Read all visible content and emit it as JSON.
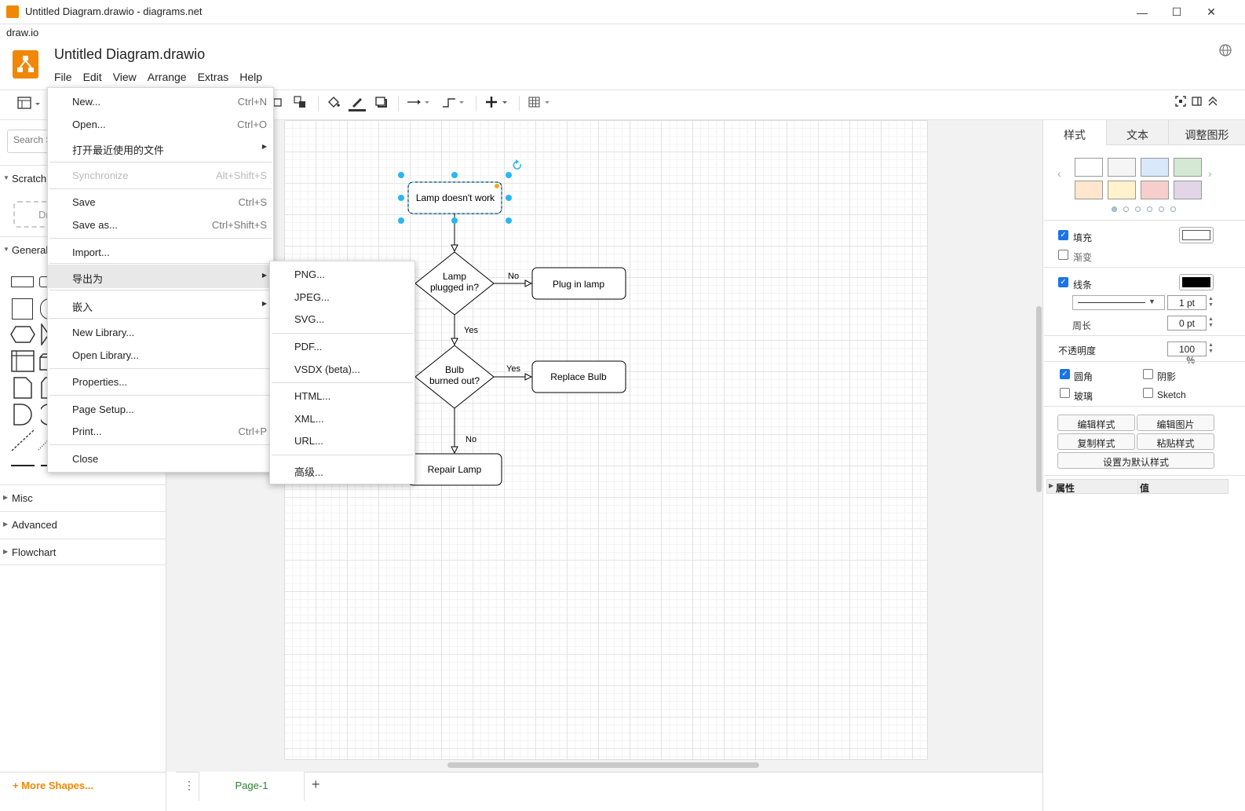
{
  "window": {
    "title": "Untitled Diagram.drawio - diagrams.net",
    "app_name": "draw.io",
    "minimize": "—",
    "maximize": "☐",
    "close": "✕"
  },
  "header": {
    "doc_title": "Untitled Diagram.drawio",
    "menus": [
      "File",
      "Edit",
      "View",
      "Arrange",
      "Extras",
      "Help"
    ]
  },
  "sidebar": {
    "search_placeholder": "Search S",
    "sections": {
      "scratch": "Scratch",
      "general": "General",
      "misc": "Misc",
      "advanced": "Advanced",
      "flowchart": "Flowchart"
    },
    "scratch_drop": "Dr",
    "more_shapes": "More Shapes..."
  },
  "file_menu": {
    "items": [
      {
        "label": "New...",
        "shortcut": "Ctrl+N"
      },
      {
        "label": "Open...",
        "shortcut": "Ctrl+O"
      },
      {
        "label": "打开最近使用的文件",
        "shortcut": ""
      },
      {
        "label": "Synchronize",
        "shortcut": "Alt+Shift+S"
      },
      {
        "label": "Save",
        "shortcut": "Ctrl+S"
      },
      {
        "label": "Save as...",
        "shortcut": "Ctrl+Shift+S"
      },
      {
        "label": "Import...",
        "shortcut": ""
      },
      {
        "label": "导出为",
        "shortcut": ""
      },
      {
        "label": "嵌入",
        "shortcut": ""
      },
      {
        "label": "New Library...",
        "shortcut": ""
      },
      {
        "label": "Open Library...",
        "shortcut": ""
      },
      {
        "label": "Properties...",
        "shortcut": ""
      },
      {
        "label": "Page Setup...",
        "shortcut": ""
      },
      {
        "label": "Print...",
        "shortcut": "Ctrl+P"
      },
      {
        "label": "Close",
        "shortcut": ""
      }
    ]
  },
  "export_menu": {
    "items": [
      "PNG...",
      "JPEG...",
      "SVG...",
      "PDF...",
      "VSDX (beta)...",
      "HTML...",
      "XML...",
      "URL...",
      "高级..."
    ]
  },
  "diagram": {
    "start": "Lamp doesn't work",
    "decision1": [
      "Lamp",
      "plugged in?"
    ],
    "decision2": [
      "Bulb",
      "burned out?"
    ],
    "action1": "Plug in lamp",
    "action2": "Replace Bulb",
    "action3": "Repair Lamp",
    "edge_no1": "No",
    "edge_yes1": "Yes",
    "edge_yes2": "Yes",
    "edge_no2": "No"
  },
  "tabs": {
    "page": "Page-1"
  },
  "format_panel": {
    "tabs": [
      "样式",
      "文本",
      "调整图形"
    ],
    "swatches": [
      "#ffffff",
      "#f5f5f5",
      "#dae8fc",
      "#d5e8d4",
      "#ffe6cc",
      "#fff2cc",
      "#f8cecc",
      "#e1d5e7"
    ],
    "fill": "填充",
    "gradient": "渐变",
    "line": "线条",
    "line_width": "1 pt",
    "perimeter": "周长",
    "perimeter_value": "0 pt",
    "opacity": "不透明度",
    "opacity_value": "100 %",
    "rounded": "圆角",
    "shadow": "阴影",
    "glass": "玻璃",
    "sketch": "Sketch",
    "edit_style": "编辑样式",
    "edit_image": "编辑图片",
    "copy_style": "复制样式",
    "paste_style": "粘贴样式",
    "set_default": "设置为默认样式",
    "prop_header": "属性",
    "value_header": "值"
  },
  "colors": {
    "accent": "#f08705",
    "selection": "#29b6f2",
    "page_tab": "#2e7d32"
  }
}
